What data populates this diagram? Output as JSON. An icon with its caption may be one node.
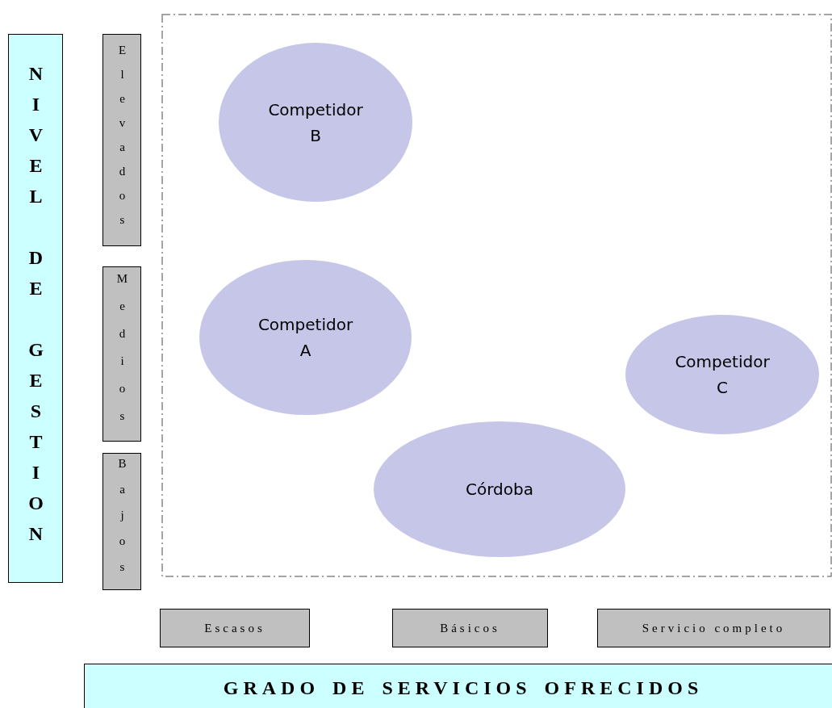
{
  "diagram": {
    "nodes": [
      {
        "text": [
          "NIVEL DE GESTION"
        ]
      },
      {
        "text": [
          "Elevados"
        ]
      },
      {
        "text": [
          "Medios"
        ]
      },
      {
        "text": [
          "Bajos"
        ]
      },
      {
        "text": [],
        "shape": "box"
      },
      {
        "text": [
          "Competidor B"
        ],
        "in": 4
      },
      {
        "text": [
          "Competidor A"
        ],
        "in": 4
      },
      {
        "text": [
          "Competidor C"
        ],
        "in": 4
      },
      {
        "text": [
          "Córdoba"
        ],
        "in": 4
      },
      {
        "text": [
          "Escasos"
        ]
      },
      {
        "text": [
          "Básicos"
        ]
      },
      {
        "text": [
          "Servicio completo"
        ]
      },
      {
        "text": [
          "GRADO DE SERVICIOS OFRECIDOS"
        ]
      }
    ]
  }
}
